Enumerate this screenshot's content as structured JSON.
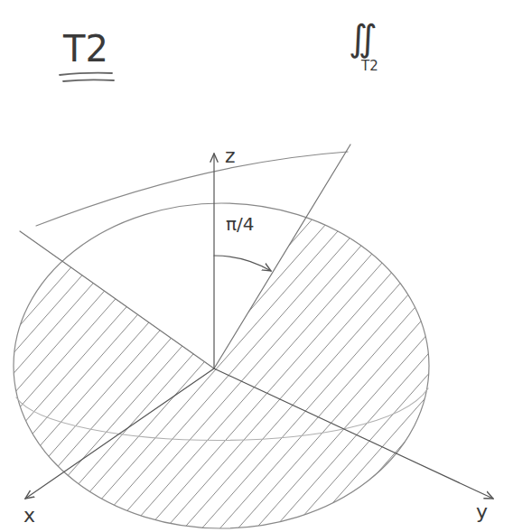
{
  "diagram": {
    "title": "T2",
    "labels": [
      "z",
      "π/4",
      "y",
      "x",
      "∬",
      "T2"
    ]
  }
}
